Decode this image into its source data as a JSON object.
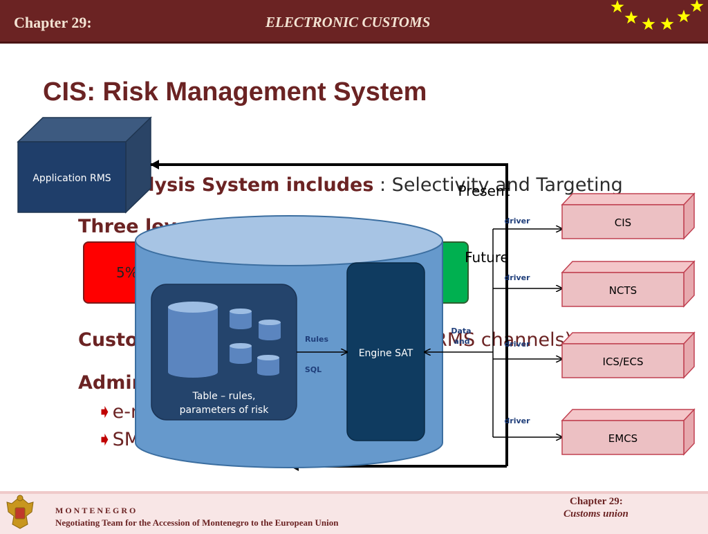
{
  "header": {
    "chapter": "Chapter 29:",
    "subject": "ELECTRONIC CUSTOMS",
    "colors": {
      "header_bg": "#6b2323",
      "accent": "#6b2323",
      "star": "#ffff00"
    }
  },
  "title": "CIS: Risk Management System",
  "background_text": {
    "bullet1_bold": "alysis System includes",
    "bullet1_rest": " : Selectivity and Targeting",
    "bullet2": "Three lev",
    "percent_label": "5%",
    "bullet3_start": "Custom",
    "bullet3_end": "RMS channels)",
    "bullet4": "Admin",
    "sub1": "e-m",
    "sub2": "SM"
  },
  "diagram": {
    "application_box": "Application  RMS",
    "database": {
      "table_label_line1": "Table – rules,",
      "table_label_line2": "parameters of risk",
      "engine": "Engine SAT",
      "rules_label": "Rules",
      "sql_label": "SQL"
    },
    "labels": {
      "present": "Present",
      "future": "Future",
      "data": "Data",
      "data_partial": "and",
      "driver": "driver"
    },
    "systems": [
      "CIS",
      "NCTS",
      "ICS/ECS",
      "EMCS"
    ]
  },
  "footer": {
    "country": "MONTENEGRO",
    "team": "Negotiating Team for the Accession of  Montenegro to the European Union",
    "chapter": "Chapter 29:",
    "customs": "Customs union"
  }
}
